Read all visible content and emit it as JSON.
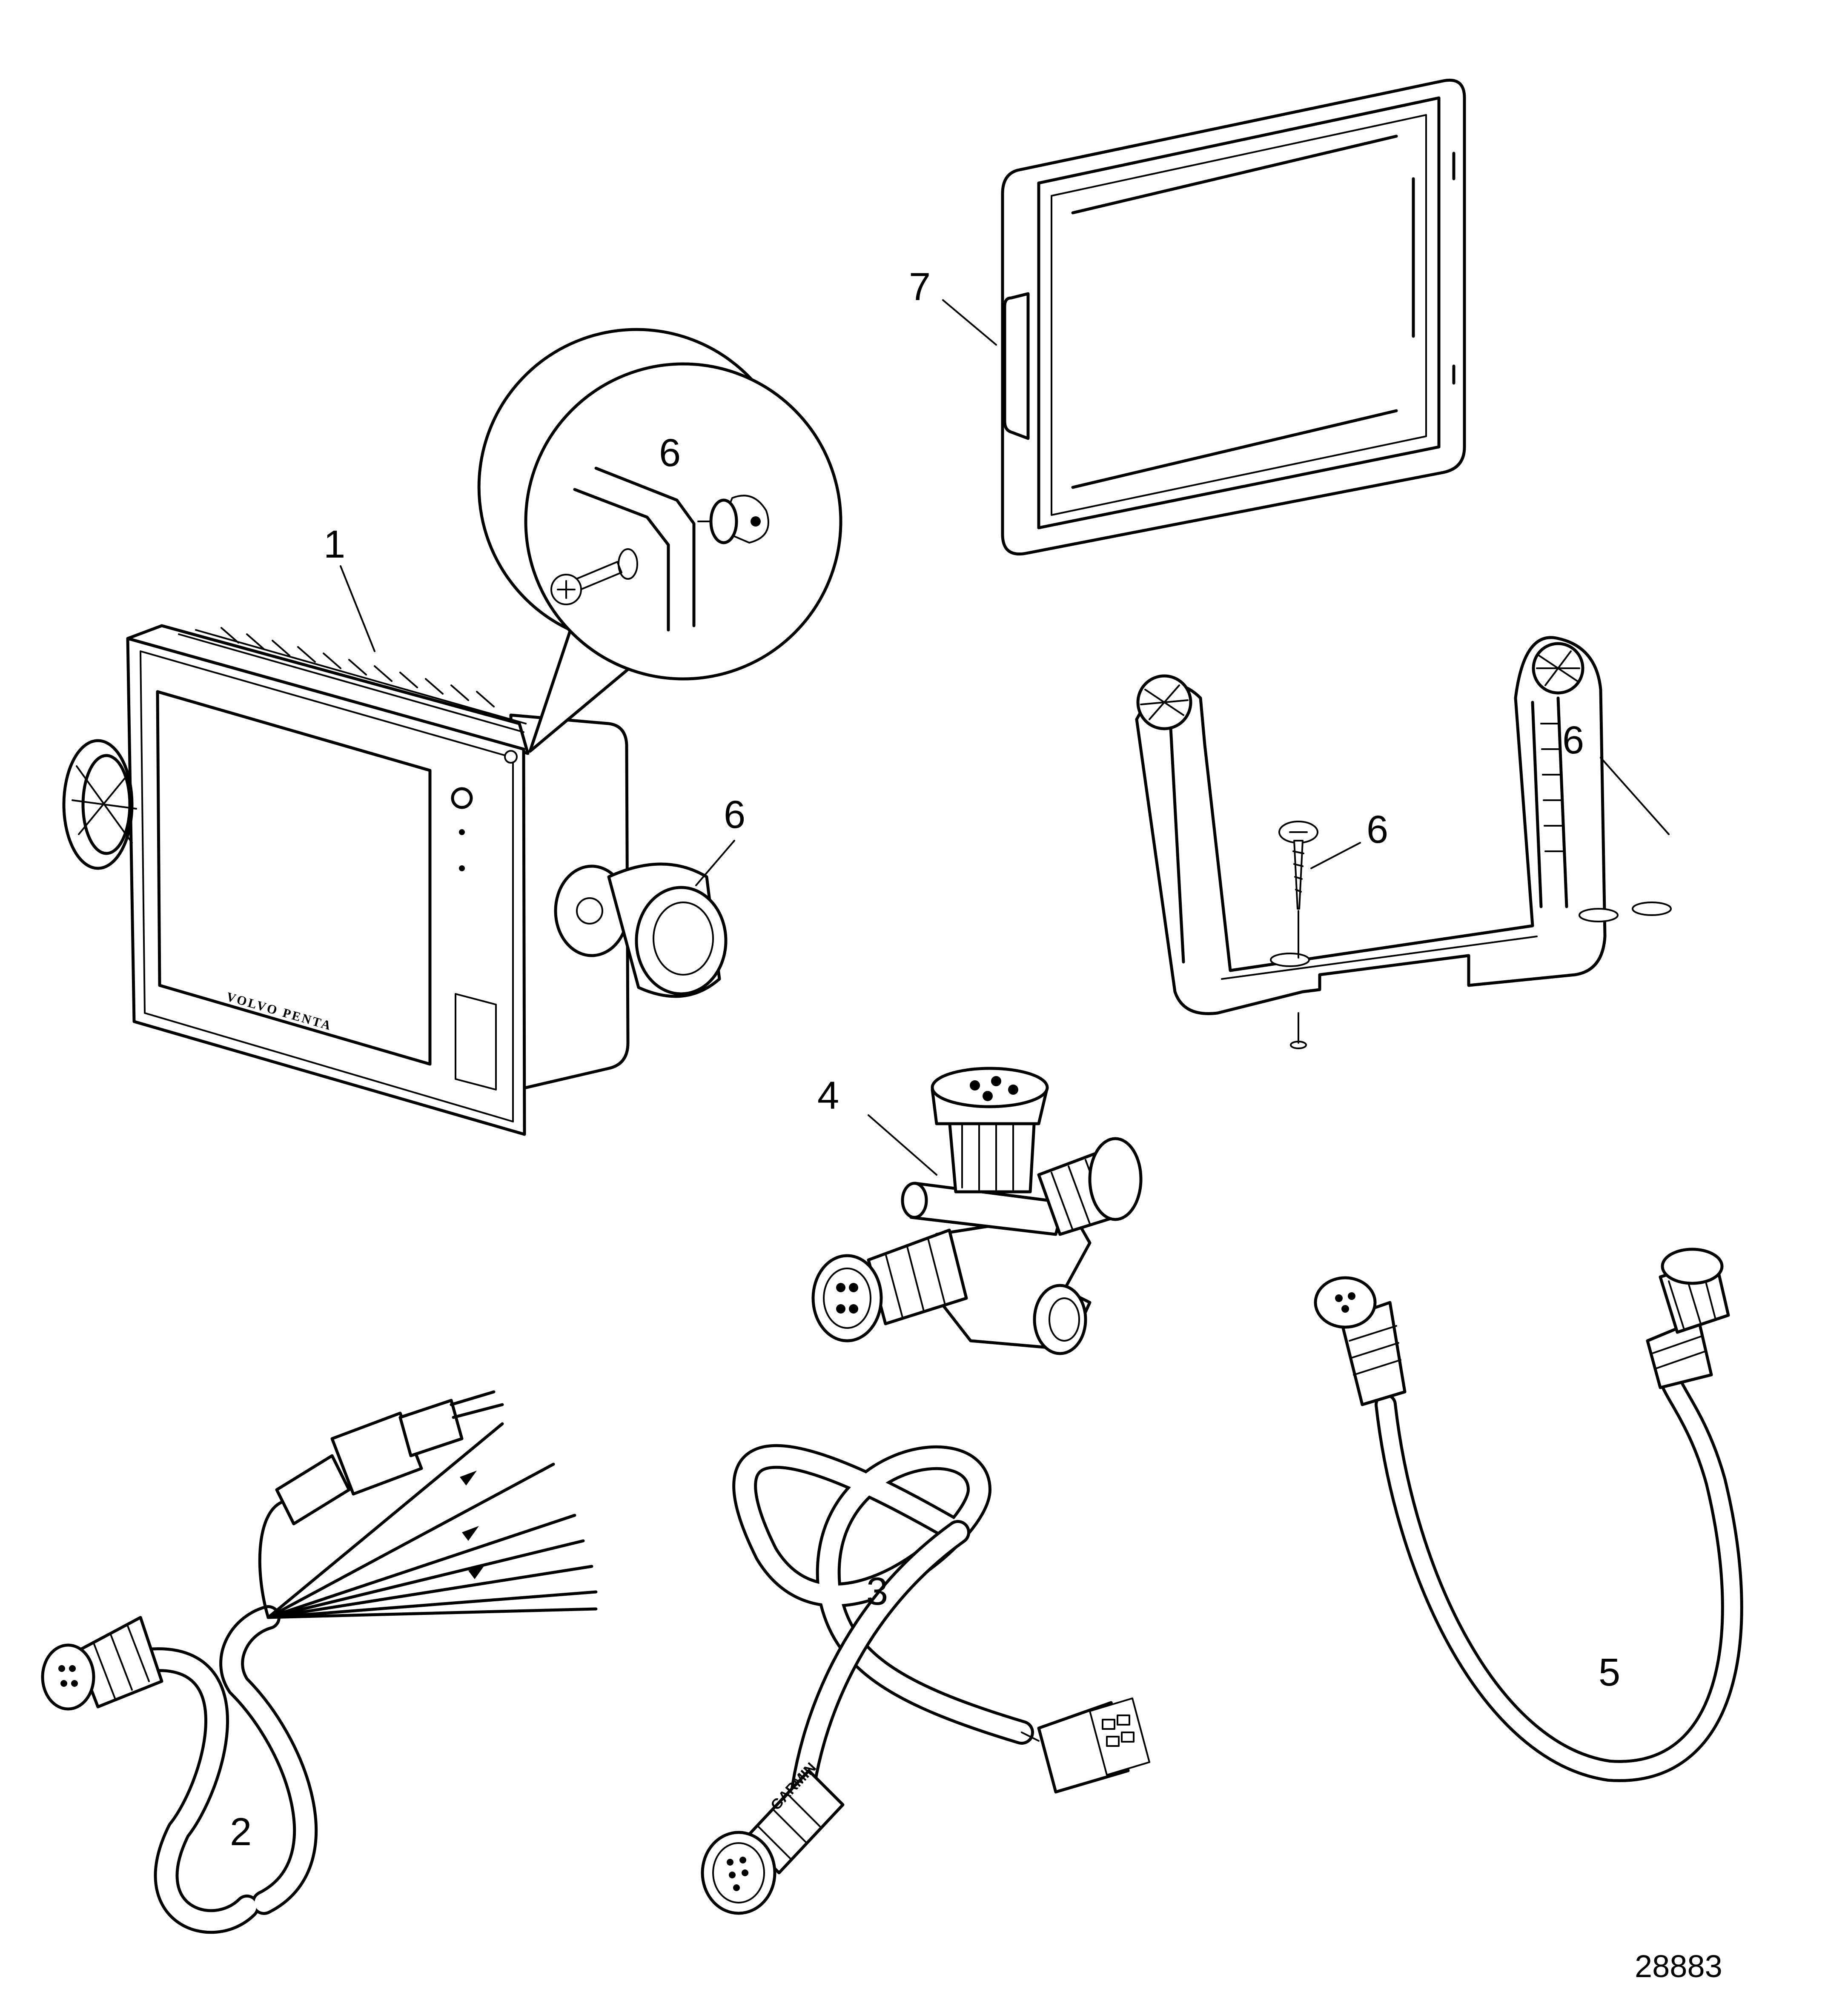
{
  "callouts": {
    "item1": "1",
    "item2": "2",
    "item3": "3",
    "item4": "4",
    "item5": "5",
    "item6_detail": "6",
    "item6_knob": "6",
    "item6_bracket": "6",
    "item6_screw": "6",
    "item7": "7"
  },
  "figure_number": "28883",
  "display_brand": "VOLVO PENTA",
  "cable_brand": "GARMIN"
}
